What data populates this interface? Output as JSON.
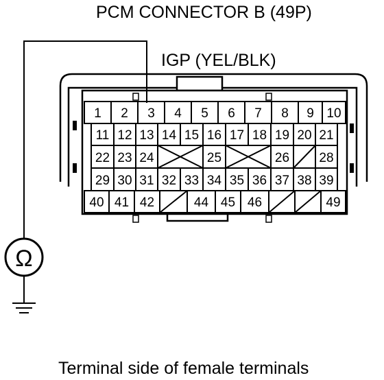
{
  "title": "PCM CONNECTOR B (49P)",
  "wire_label": "IGP (YEL/BLK)",
  "ohm_symbol": "Ω",
  "caption": "Terminal side of female terminals",
  "rows": [
    [
      "1",
      "2",
      "3",
      "4",
      "5",
      "6",
      "7",
      "8",
      "9",
      "10"
    ],
    [
      "11",
      "12",
      "13",
      "14",
      "15",
      "16",
      "17",
      "18",
      "19",
      "20",
      "21"
    ],
    [
      "22",
      "23",
      "24",
      "",
      "25",
      "",
      "26",
      "",
      "28"
    ],
    [
      "29",
      "30",
      "31",
      "32",
      "33",
      "34",
      "35",
      "36",
      "37",
      "38",
      "39"
    ],
    [
      "40",
      "41",
      "42",
      "",
      "44",
      "45",
      "46",
      "",
      "",
      "49"
    ]
  ]
}
